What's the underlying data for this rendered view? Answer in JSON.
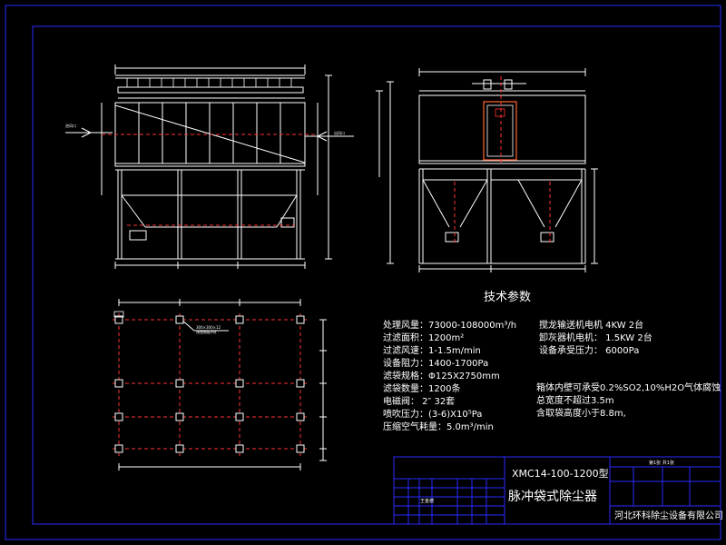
{
  "tech_params": {
    "heading": "技术参数",
    "left_specs": [
      "处理风量：73000-108000m³/h",
      "过滤面积：1200m²",
      "过滤风速：1-1.5m/min",
      "设备阻力：1400-1700Pa",
      "滤袋规格：Φ125X2750mm",
      "滤袋数量：1200条",
      "电磁阀：   2″  32套",
      "喷吹压力：(3-6)X10⁵Pa",
      "压缩空气耗量：5.0m³/min"
    ],
    "right_specs": [
      "搅龙输送机电机    4KW  2台",
      "卸灰器机电机：  1.5KW  2台",
      "设备承受压力：    6000Pa"
    ],
    "notes": [
      "箱体内壁可承受0.2%SO2,10%H2O气体腐蚀",
      "总宽度不超过3.5m",
      "含取袋高度小于8.8m,"
    ]
  },
  "title_block": {
    "model": "XMC14-100-1200型",
    "name": "脉冲袋式除尘器",
    "company": "河北环科除尘设备有限公司",
    "scale_cell": "第1张 共1张",
    "designer_cell": "王金德"
  },
  "front_view": {
    "inlet_label": "进风口",
    "outlet_label": "出风口"
  },
  "plan_view": {
    "callout": "300×300×12\n预埋钢板9块"
  },
  "colors": {
    "background": "#000000",
    "lines": "#ffffff",
    "frame": "#2a2aff",
    "centerline": "#ff3333",
    "panel": "#ff6633"
  }
}
